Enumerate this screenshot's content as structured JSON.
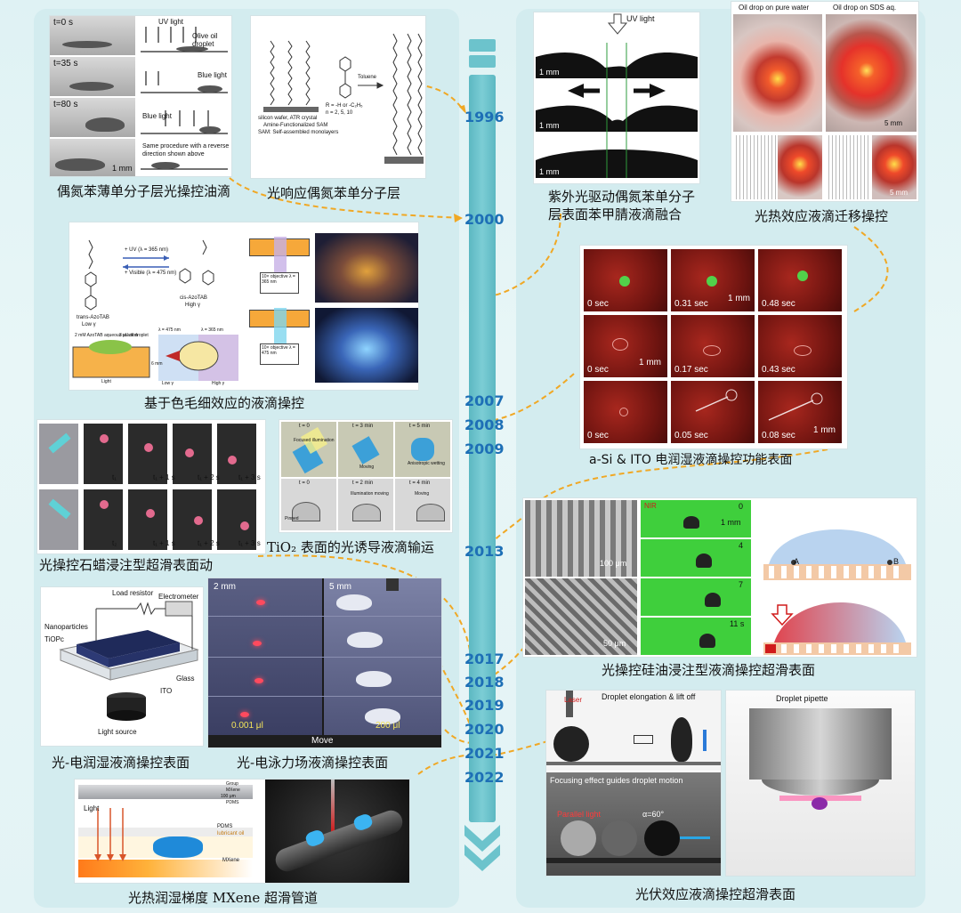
{
  "years": [
    "1996",
    "2000",
    "2007",
    "2008",
    "2009",
    "2013",
    "2017",
    "2018",
    "2019",
    "2020",
    "2021",
    "2022"
  ],
  "captions": {
    "p1": "偶氮苯薄单分子层光操控油滴",
    "p2": "光响应偶氮苯单分子层",
    "p3a": "紫外光驱动偶氮苯单分子",
    "p3b": "层表面苯甲腈液滴融合",
    "p4": "光热效应液滴迁移操控",
    "p5": "基于色毛细效应的液滴操控",
    "p6": "a-Si & ITO 电润湿液滴操控功能表面",
    "p7": "光操控石蜡浸注型超滑表面动",
    "p8": "TiO₂ 表面的光诱导液滴输运",
    "p9": "光操控硅油浸注型液滴操控超滑表面",
    "p10": "光-电润湿液滴操控表面",
    "p11": "光-电泳力场液滴操控表面",
    "p12": "光热润湿梯度 MXene 超滑管道",
    "p13": "光伏效应液滴操控超滑表面"
  },
  "p1": {
    "times": [
      "t=0 s",
      "t=35 s",
      "t=80 s"
    ],
    "labels": [
      "UV light",
      "Olive oil droplet",
      "Blue light",
      "Blue light",
      "Same procedure with a reverse direction shown above"
    ],
    "scale": "1 mm"
  },
  "p2": {
    "labels": [
      "silicon wafer, ATR crystal",
      "Amine-Functionalized SAM",
      "SAM: Self-assembled monolayers",
      "Toluene",
      "R = -H or -C₂H₅",
      "n = 2, 5, 10"
    ]
  },
  "p3": {
    "labels": [
      "UV light",
      "1 mm",
      "1 mm",
      "1 mm"
    ]
  },
  "p4": {
    "labels": [
      "Oil drop on pure water",
      "Oil drop on SDS aq.",
      "5 mm",
      "5 mm"
    ]
  },
  "p5": {
    "labels": [
      "+ UV (λ = 365 nm)",
      "+ Visible (λ = 475 nm)",
      "trans-AzoTAB",
      "Low γ",
      "cis-AzoTAB",
      "High γ",
      "2 mM AzoTAB aqueous solution",
      "3 μL oil droplet",
      "6 mm",
      "Light",
      "λ = 475 nm",
      "λ = 365 nm",
      "Low γ",
      "High γ",
      "10× objective λ = 365 nm",
      "10× objective λ = 475 nm"
    ]
  },
  "p6": {
    "times": [
      "0 sec",
      "0.31 sec",
      "0.48 sec",
      "0 sec",
      "0.17 sec",
      "0.43 sec",
      "0 sec",
      "0.05 sec",
      "0.08 sec"
    ],
    "scales": [
      "1 mm",
      "1 mm",
      "1 mm"
    ]
  },
  "p7": {
    "labels": [
      "t₁",
      "t₁ + 1 s",
      "t₁ + 2 s",
      "t₁ + 3 s",
      "t₂",
      "t₁ + 1 s",
      "t₁ + 2 s",
      "t₁ + 3 s"
    ]
  },
  "p8": {
    "labels": [
      "t = 0",
      "Focused illumination",
      "t = 3 min",
      "Moving",
      "t = 5 min",
      "Anisotropic wetting",
      "t = 0",
      "Pinned",
      "t = 2 min",
      "Illumination moving",
      "t = 4 min",
      "Moving"
    ]
  },
  "p9": {
    "labels": [
      "100 μm",
      "50 μm",
      "NIR",
      "0",
      "1 mm",
      "4",
      "7",
      "11 s",
      "A",
      "B"
    ]
  },
  "p10": {
    "labels": [
      "Load resistor",
      "Electrometer",
      "Nanoparticles",
      "TiOPc",
      "Glass",
      "ITO",
      "Light source"
    ]
  },
  "p11": {
    "labels": [
      "2 mm",
      "5 mm",
      "0.001 μl",
      "200 μl",
      "Move"
    ]
  },
  "p12": {
    "labels": [
      "Light",
      "PDMS",
      "lubricant oil",
      "MXene",
      "Group",
      "MXene",
      "100 μm",
      "PDMS"
    ]
  },
  "p13": {
    "labels": [
      "Laser",
      "Droplet elongation & lift off",
      "Focusing effect guides droplet motion",
      "Parallel light",
      "α=60°",
      "Droplet pipette"
    ]
  },
  "colors": {
    "spine": "#6cc3cc",
    "spine_dark": "#4eb0ba",
    "year": "#1d6fb6",
    "connector": "#f0a825"
  }
}
